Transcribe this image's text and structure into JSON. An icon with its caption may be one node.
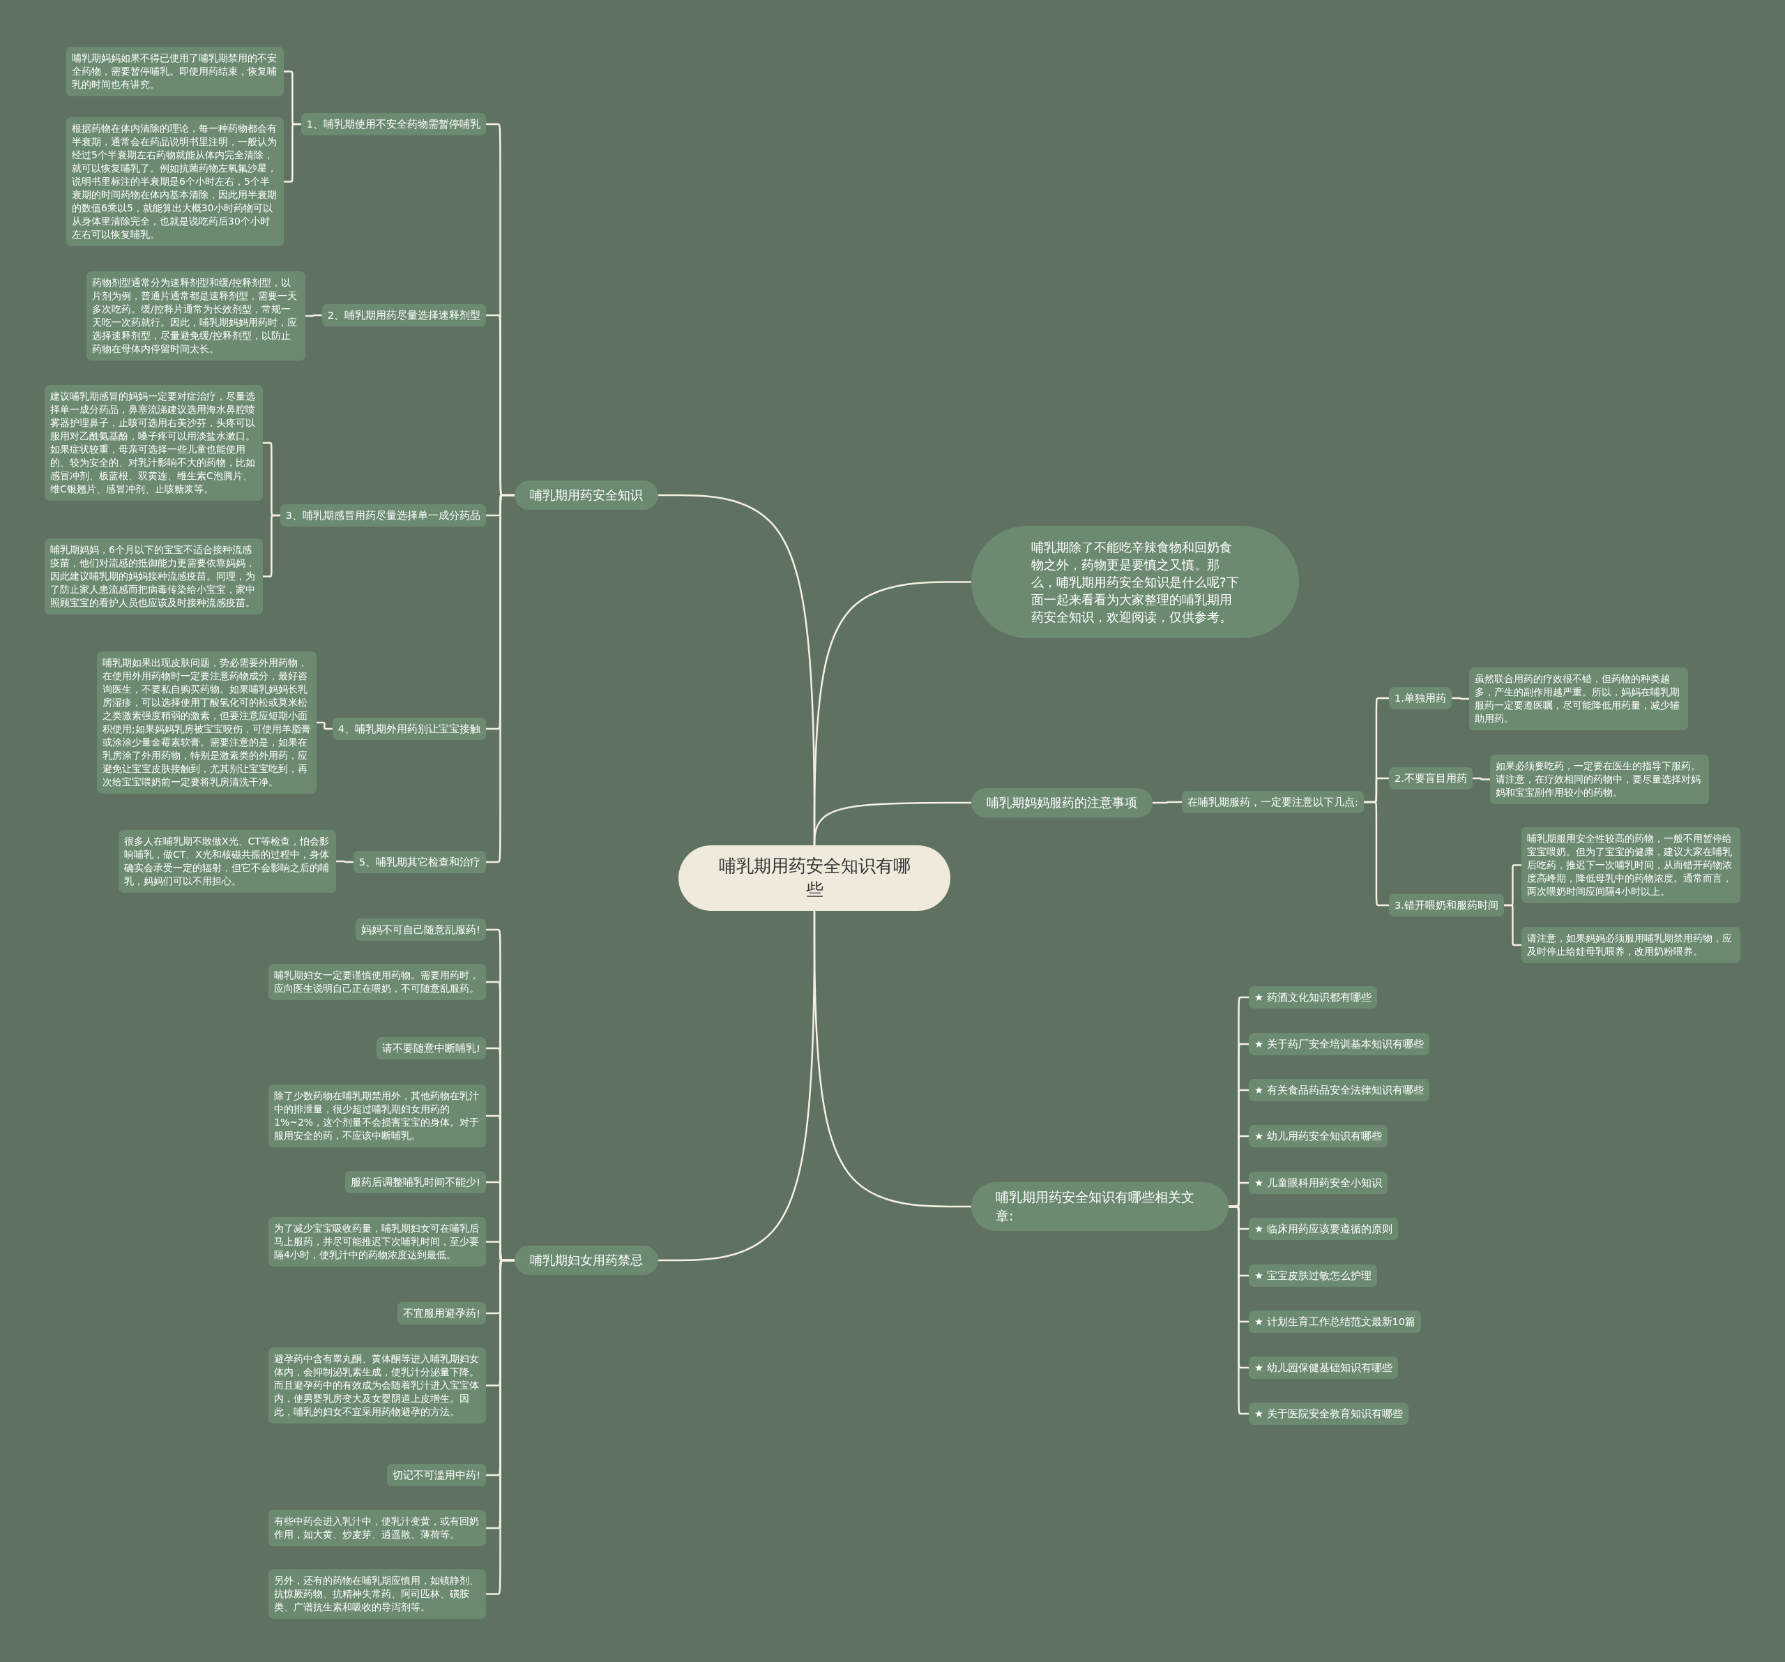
{
  "diagram": {
    "nodes": [
      {
        "text": [
          "哺乳期用药安全知识有哪些"
        ]
      },
      {
        "text": [
          "哺乳期用药安全知识"
        ]
      },
      {
        "text": [
          "1、哺乳期使用不安全药物需暂停哺乳"
        ]
      },
      {
        "text": [
          "哺乳期妈妈如果不得已使用了哺乳期禁用的不安全药物，需要暂停哺乳。即使用药结束，恢复哺乳的时间也有讲究。"
        ]
      },
      {
        "text": [
          "根据药物在体内清除的理论，每一种药物都会有半衰期，通常会在药品说明书里注明，一般认为经过5个半衰期左右药物就能从体内完全清除，就可以恢复哺乳了。例如抗菌药物左氧氟沙星，说明书里标注的半衰期是6个小时左右，5个半衰期的时间药物在体内基本清除，因此用半衰期的数值6乘以5，就能算出大概30小时药物可以从身体里清除完全，也就是说吃药后30个小时左右可以恢复哺乳。"
        ]
      },
      {
        "text": [
          "2、哺乳期用药尽量选择速释剂型"
        ]
      },
      {
        "text": [
          "药物剂型通常分为速释剂型和缓/控释剂型，以片剂为例，普通片通常都是速释剂型，需要一天多次吃药。缓/控释片通常为长效剂型，常规一天吃一次药就行。因此，哺乳期妈妈用药时，应选择速释剂型，尽量避免缓/控释剂型，以防止药物在母体内停留时间太长。"
        ]
      },
      {
        "text": [
          "3、哺乳期感冒用药尽量选择单一成分药品"
        ]
      },
      {
        "text": [
          "建议哺乳期感冒的妈妈一定要对症治疗，尽量选择单一成分药品，鼻塞流涕建议选用海水鼻腔喷雾器护理鼻子，止咳可选用右美沙芬，头疼可以服用对乙酰氨基酚，嗓子疼可以用淡盐水漱口。如果症状较重，母亲可选择一些儿童也能使用的、较为安全的、对乳汁影响不大的药物，比如感冒冲剂、板蓝根、双黄连、维生素C泡腾片、维C银翘片、感冒冲剂、止咳糖浆等。"
        ]
      },
      {
        "text": [
          "哺乳期妈妈，6个月以下的宝宝不适合接种流感疫苗，他们对流感的抵御能力更需要依靠妈妈，因此建议哺乳期的妈妈接种流感疫苗。同理，为了防止家人患流感而把病毒传染给小宝宝，家中照顾宝宝的看护人员也应该及时接种流感疫苗。"
        ]
      },
      {
        "text": [
          "4、哺乳期外用药别让宝宝接触"
        ]
      },
      {
        "text": [
          "哺乳期如果出现皮肤问题，势必需要外用药物，在使用外用药物时一定要注意药物成分，最好咨询医生，不要私自购买药物。如果哺乳妈妈长乳房湿疹，可以选择使用丁酸氢化可的松或莫米松之类激素强度稍弱的激素，但要注意应短期小面积使用;如果妈妈乳房被宝宝咬伤，可使用羊脂膏或涂涂少量金霉素软膏。需要注意的是，如果在乳房涂了外用药物，特别是激素类的外用药，应避免让宝宝皮肤接触到，尤其别让宝宝吃到，再次给宝宝喂奶前一定要将乳房清洗干净。"
        ]
      },
      {
        "text": [
          "5、哺乳期其它检查和治疗"
        ]
      },
      {
        "text": [
          "很多人在哺乳期不敢做X光、CT等检查，怕会影响哺乳，做CT、X光和核磁共振的过程中，身体确实会承受一定的辐射，但它不会影响之后的哺乳，妈妈们可以不用担心。"
        ]
      },
      {
        "text": [
          "哺乳期妇女用药禁忌"
        ]
      },
      {
        "text": [
          "妈妈不可自己随意乱服药!"
        ]
      },
      {
        "text": [
          "哺乳期妇女一定要谨慎使用药物。需要用药时，应向医生说明自己正在喂奶，不可随意乱服药。"
        ]
      },
      {
        "text": [
          "请不要随意中断哺乳!"
        ]
      },
      {
        "text": [
          "除了少数药物在哺乳期禁用外，其他药物在乳汁中的排泄量，很少超过哺乳期妇女用药的1%~2%，这个剂量不会损害宝宝的身体。对于服用安全的药，不应该中断哺乳。"
        ]
      },
      {
        "text": [
          "服药后调整哺乳时间不能少!"
        ]
      },
      {
        "text": [
          "为了减少宝宝吸收药量，哺乳期妇女可在哺乳后马上服药，并尽可能推迟下次哺乳时间，至少要隔4小时，使乳汁中的药物浓度达到最低。"
        ]
      },
      {
        "text": [
          "不宜服用避孕药!"
        ]
      },
      {
        "text": [
          "避孕药中含有睾丸酮、黄体酮等进入哺乳期妇女体内，会抑制泌乳素生成，使乳汁分泌量下降。而且避孕药中的有效成为会随着乳汁进入宝宝体内，使男婴乳房变大及女婴阴道上皮增生。因此，哺乳的妇女不宜采用药物避孕的方法。"
        ]
      },
      {
        "text": [
          "切记不可滥用中药!"
        ]
      },
      {
        "text": [
          "有些中药会进入乳汁中，使乳汁变黄，或有回奶作用，如大黄、炒麦芽、逍遥散、薄荷等。"
        ]
      },
      {
        "text": [
          "另外，还有的药物在哺乳期应慎用，如镇静剂、抗惊厥药物、抗精神失常药、阿司匹林、磺胺类、广谱抗生素和吸收的导泻剂等。"
        ]
      },
      {
        "text": [
          "哺乳期除了不能吃辛辣食物和回奶食物之外，药物更是要慎之又慎。那么，哺乳期用药安全知识是什么呢?下面一起来看看为大家整理的哺乳期用药安全知识，欢迎阅读，仅供参考。"
        ]
      },
      {
        "text": [
          "哺乳期妈妈服药的注意事项"
        ]
      },
      {
        "text": [
          "在哺乳期服药，一定要注意以下几点:"
        ]
      },
      {
        "text": [
          "1.单独用药"
        ]
      },
      {
        "text": [
          "虽然联合用药的疗效很不错，但药物的种类越多，产生的副作用越严重。所以，妈妈在哺乳期服药一定要遵医嘱，尽可能降低用药量，减少辅助用药。"
        ]
      },
      {
        "text": [
          "2.不要盲目用药"
        ]
      },
      {
        "text": [
          "如果必须要吃药，一定要在医生的指导下服药。请注意，在疗效相同的药物中，要尽量选择对妈妈和宝宝副作用较小的药物。"
        ]
      },
      {
        "text": [
          "3.错开喂奶和服药时间"
        ]
      },
      {
        "text": [
          "哺乳期服用安全性较高的药物，一般不用暂停给宝宝喂奶。但为了宝宝的健康，建议大家在哺乳后吃药，推迟下一次哺乳时间，从而错开药物浓度高峰期，降低母乳中的药物浓度。通常而言，两次喂奶时间应间隔4小时以上。"
        ]
      },
      {
        "text": [
          "请注意，如果妈妈必须服用哺乳期禁用药物，应及时停止给娃母乳喂养，改用奶粉喂养。"
        ]
      },
      {
        "text": [
          "哺乳期用药安全知识有哪些相关文章:"
        ]
      },
      {
        "text": [
          "★ 药酒文化知识都有哪些"
        ]
      },
      {
        "text": [
          "★ 关于药厂安全培训基本知识有哪些"
        ]
      },
      {
        "text": [
          "★ 有关食品药品安全法律知识有哪些"
        ]
      },
      {
        "text": [
          "★ 幼儿用药安全知识有哪些"
        ]
      },
      {
        "text": [
          "★ 儿童眼科用药安全小知识"
        ]
      },
      {
        "text": [
          "★ 临床用药应该要遵循的原则"
        ]
      },
      {
        "text": [
          "★ 宝宝皮肤过敏怎么护理"
        ]
      },
      {
        "text": [
          "★ 计划生育工作总结范文最新10篇"
        ]
      },
      {
        "text": [
          "★ 幼儿园保健基础知识有哪些"
        ]
      },
      {
        "text": [
          "★ 关于医院安全教育知识有哪些"
        ]
      }
    ],
    "edges": [
      {
        "from": 0,
        "to": 1,
        "arrow": "none"
      },
      {
        "from": 1,
        "to": 2,
        "arrow": "none"
      },
      {
        "from": 2,
        "to": 3,
        "arrow": "none"
      },
      {
        "from": 2,
        "to": 4,
        "arrow": "none"
      },
      {
        "from": 1,
        "to": 5,
        "arrow": "none"
      },
      {
        "from": 5,
        "to": 6,
        "arrow": "none"
      },
      {
        "from": 1,
        "to": 7,
        "arrow": "none"
      },
      {
        "from": 7,
        "to": 8,
        "arrow": "none"
      },
      {
        "from": 7,
        "to": 9,
        "arrow": "none"
      },
      {
        "from": 1,
        "to": 10,
        "arrow": "none"
      },
      {
        "from": 10,
        "to": 11,
        "arrow": "none"
      },
      {
        "from": 1,
        "to": 12,
        "arrow": "none"
      },
      {
        "from": 12,
        "to": 13,
        "arrow": "none"
      },
      {
        "from": 0,
        "to": 14,
        "arrow": "none"
      },
      {
        "from": 14,
        "to": 15,
        "arrow": "none"
      },
      {
        "from": 14,
        "to": 16,
        "arrow": "none"
      },
      {
        "from": 14,
        "to": 17,
        "arrow": "none"
      },
      {
        "from": 14,
        "to": 18,
        "arrow": "none"
      },
      {
        "from": 14,
        "to": 19,
        "arrow": "none"
      },
      {
        "from": 14,
        "to": 20,
        "arrow": "none"
      },
      {
        "from": 14,
        "to": 21,
        "arrow": "none"
      },
      {
        "from": 14,
        "to": 22,
        "arrow": "none"
      },
      {
        "from": 14,
        "to": 23,
        "arrow": "none"
      },
      {
        "from": 14,
        "to": 24,
        "arrow": "none"
      },
      {
        "from": 14,
        "to": 25,
        "arrow": "none"
      },
      {
        "from": 0,
        "to": 26,
        "arrow": "none"
      },
      {
        "from": 0,
        "to": 27,
        "arrow": "none"
      },
      {
        "from": 27,
        "to": 28,
        "arrow": "none"
      },
      {
        "from": 28,
        "to": 29,
        "arrow": "none"
      },
      {
        "from": 29,
        "to": 30,
        "arrow": "none"
      },
      {
        "from": 28,
        "to": 31,
        "arrow": "none"
      },
      {
        "from": 31,
        "to": 32,
        "arrow": "none"
      },
      {
        "from": 28,
        "to": 33,
        "arrow": "none"
      },
      {
        "from": 33,
        "to": 34,
        "arrow": "none"
      },
      {
        "from": 33,
        "to": 35,
        "arrow": "none"
      },
      {
        "from": 0,
        "to": 36,
        "arrow": "none"
      },
      {
        "from": 36,
        "to": 37,
        "arrow": "none"
      },
      {
        "from": 36,
        "to": 38,
        "arrow": "none"
      },
      {
        "from": 36,
        "to": 39,
        "arrow": "none"
      },
      {
        "from": 36,
        "to": 40,
        "arrow": "none"
      },
      {
        "from": 36,
        "to": 41,
        "arrow": "none"
      },
      {
        "from": 36,
        "to": 42,
        "arrow": "none"
      },
      {
        "from": 36,
        "to": 43,
        "arrow": "none"
      },
      {
        "from": 36,
        "to": 44,
        "arrow": "none"
      },
      {
        "from": 36,
        "to": 45,
        "arrow": "none"
      },
      {
        "from": 36,
        "to": 46,
        "arrow": "none"
      }
    ]
  }
}
